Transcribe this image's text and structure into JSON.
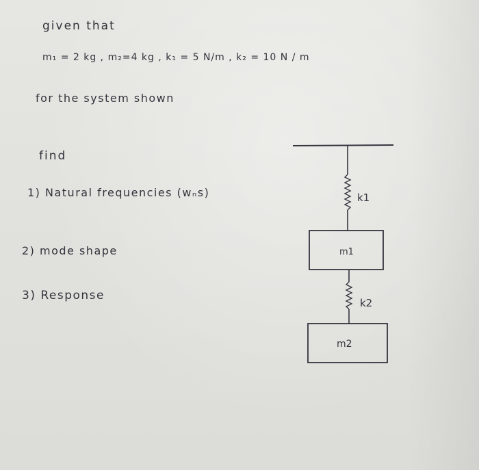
{
  "note": {
    "line1": "given that",
    "line2": "m₁ = 2 kg ,  m₂=4 kg , k₁ = 5 N/m ,  k₂ = 10 N / m",
    "line3": "for the system shown",
    "line4": "find",
    "line5": "1) Natural frequencies (wₙs)",
    "line6": "2) mode shape",
    "line7": "3) Response"
  },
  "diagram": {
    "spring1_label": "k1",
    "mass1_label": "m1",
    "spring2_label": "k2",
    "mass2_label": "m2"
  }
}
